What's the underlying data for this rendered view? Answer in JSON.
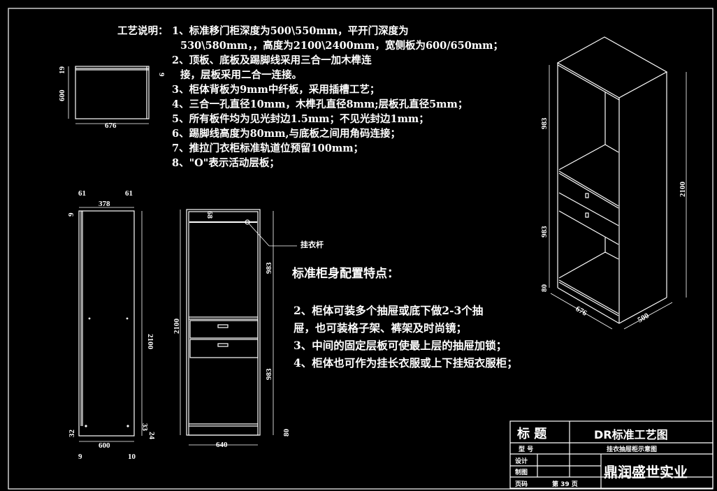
{
  "notes": {
    "heading": "工艺说明：",
    "lines": [
      "1、标准移门柜深度为500\\550mm，平开门深度为",
      "530\\580mm，，高度为2100\\2400mm，宽侧板为600/650mm；",
      "2、顶板、底板及踢脚线采用三合一加木榫连",
      "接，层板采用二合一连接。",
      "3、柜体背板为9mm中纤板，采用插槽工艺；",
      "4、三合一孔直径10mm，木榫孔直径8mm;层板孔直径5mm；",
      "5、所有板件均为见光封边1.5mm；不见光封边1mm；",
      "6、踢脚线高度为80mm,与底板之间用角码连接；",
      "7、推拉门衣柜标准轨道位预留100mm；",
      "8、\"O\"表示活动层板；"
    ]
  },
  "features": {
    "title": "标准柜身配置特点：",
    "lines": [
      "2、柜体可装多个抽屉或底下做2-3个抽",
      "屉，也可装格子架、裤架及时尚镜；",
      "3、中间的固定层板可使最上层的抽屉加锁；",
      "4、柜体也可作为挂长衣服或上下挂短衣服柜；"
    ]
  },
  "plan_view": {
    "d_top": "19",
    "d_depth": "600",
    "d_back": "9",
    "d_width": "676"
  },
  "side_view": {
    "d_left": "61",
    "d_right": "61",
    "d_mid": "378",
    "d_top": "9",
    "d_height": "2100",
    "d_bl": "32",
    "d_br1": "33",
    "d_br2": "24",
    "d_width": "600",
    "d_b1": "9",
    "d_b2": "10"
  },
  "front_view": {
    "d_rod": "68",
    "d_upper": "983",
    "d_lower": "983",
    "d_height": "2100",
    "d_kick": "80",
    "d_width": "640",
    "rod_label": "挂衣杆"
  },
  "iso_view": {
    "d_upper": "983",
    "d_lower": "983",
    "d_kick": "80",
    "d_height": "2100",
    "d_width": "676",
    "d_depth": "500"
  },
  "title_block": {
    "title_label": "标 题",
    "title_value": "DR标准工艺图",
    "model_label": "型 号",
    "model_value": "挂衣抽屉柜示意图",
    "design_label": "设计",
    "draw_label": "制图",
    "page_label": "页码",
    "page_value": "第 39 页",
    "company": "鼎润盛世实业"
  },
  "colors": {
    "background": "#000000",
    "lines": "#ffffff"
  }
}
